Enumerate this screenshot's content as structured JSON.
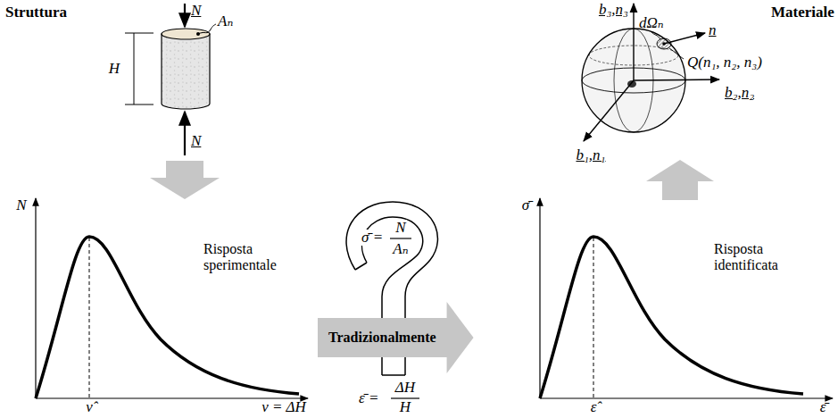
{
  "diagram": {
    "nodes": [
      {
        "text": [
          "Tradizionalmente"
        ]
      }
    ],
    "labels": [
      "Struttura",
      "N",
      "Aₙ",
      "H",
      "N",
      "N",
      "ν̂",
      "ν = ΔH",
      "Risposta sperimentale",
      "σ̄ =",
      "N",
      "Aₙ",
      "ε̄ =",
      "ΔH",
      "H",
      "σ̄",
      "ε̂",
      "ε̄",
      "Risposta identificata",
      "Materiale",
      "b₃,n₃",
      "dΩₙ",
      "n",
      "Q(n₁, n₂, n₃)",
      "b₂,n₂",
      "b₁,n₁"
    ]
  }
}
